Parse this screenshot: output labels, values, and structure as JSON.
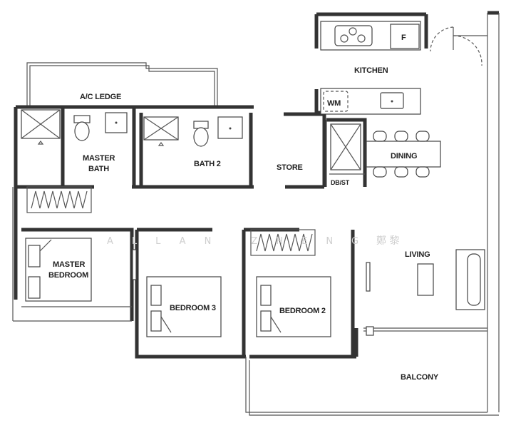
{
  "rooms": {
    "ac_ledge": "A/C LEDGE",
    "kitchen": "KITCHEN",
    "master_bath_1": "MASTER",
    "master_bath_2": "BATH",
    "bath2": "BATH 2",
    "store": "STORE",
    "dining": "DINING",
    "master_bedroom_1": "MASTER",
    "master_bedroom_2": "BEDROOM",
    "bedroom3": "BEDROOM 3",
    "bedroom2": "BEDROOM 2",
    "living": "LIVING",
    "balcony": "BALCONY"
  },
  "fixtures": {
    "fridge": "F",
    "washer": "WM",
    "db_st": "DB/ST"
  },
  "watermark": {
    "latin": "ALLAN ZHENG",
    "cjk": "鄭 黎"
  }
}
